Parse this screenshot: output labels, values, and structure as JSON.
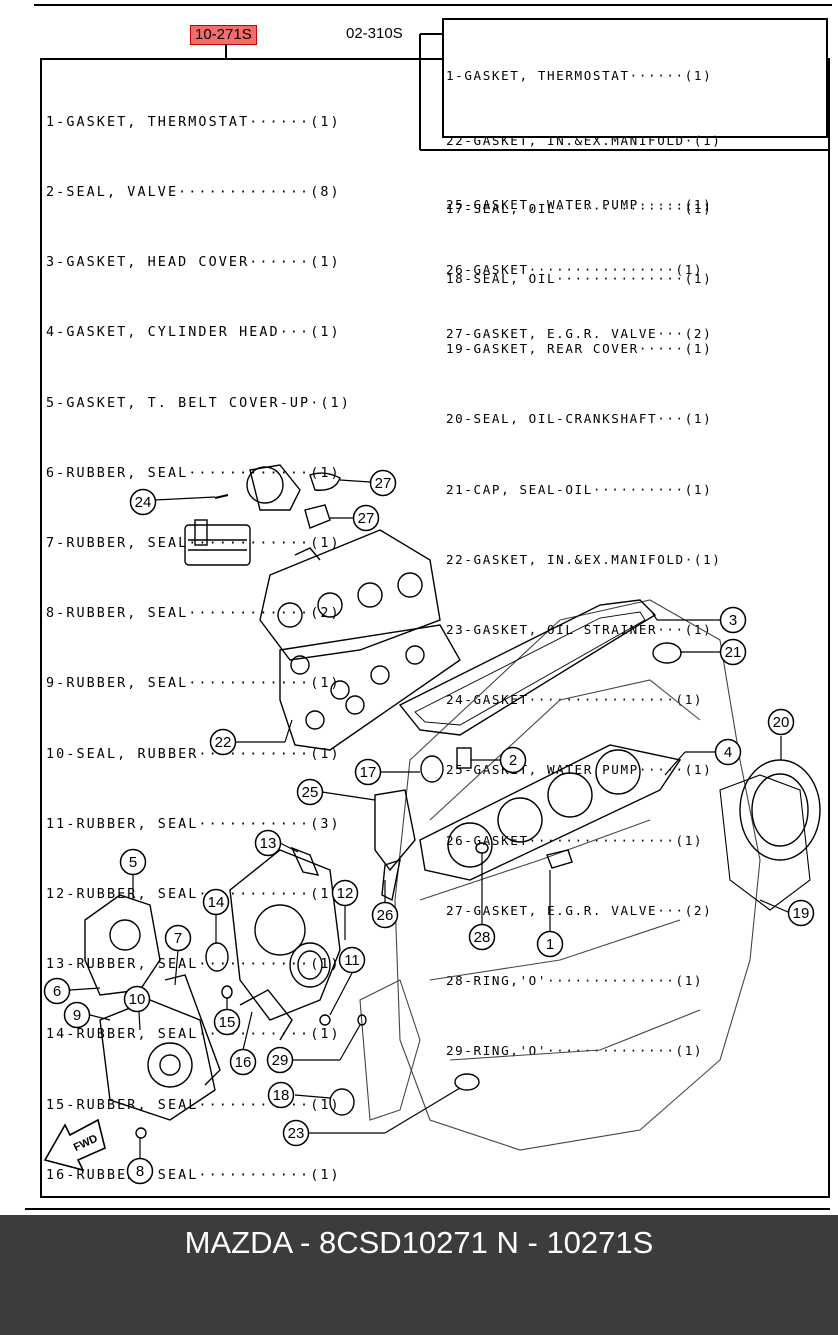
{
  "header": {
    "kit_code": "10-271S",
    "ref_code": "02-310S"
  },
  "left_list": [
    "1-GASKET, THERMOSTAT······(1)",
    "2-SEAL, VALVE·············(8)",
    "3-GASKET, HEAD COVER······(1)",
    "4-GASKET, CYLINDER HEAD···(1)",
    "5-GASKET, T. BELT COVER-UP·(1)",
    "6-RUBBER, SEAL············(1)",
    "7-RUBBER, SEAL············(1)",
    "8-RUBBER, SEAL············(2)",
    "9-RUBBER, SEAL············(1)",
    "10-SEAL, RUBBER···········(1)",
    "11-RUBBER, SEAL···········(3)",
    "12-RUBBER, SEAL···········(1)",
    "13-RUBBER, SEAL···········(1)",
    "14-RUBBER, SEAL···········(1)",
    "15-RUBBER, SEAL···········(1)",
    "16-RUBBER, SEAL···········(1)"
  ],
  "ref_list": [
    "1-GASKET, THERMOSTAT······(1)",
    "22-GASKET, IN.&EX.MANIFOLD·(1)",
    "25-GASKET, WATER PUMP·····(1)",
    "26-GASKET················(1)",
    "27-GASKET, E.G.R. VALVE···(2)"
  ],
  "right_list": [
    "17-SEAL, OIL··············(1)",
    "18-SEAL, OIL··············(1)",
    "19-GASKET, REAR COVER·····(1)",
    "20-SEAL, OIL-CRANKSHAFT···(1)",
    "21-CAP, SEAL-OIL··········(1)",
    "22-GASKET, IN.&EX.MANIFOLD·(1)",
    "23-GASKET, OIL STRAINER···(1)",
    "24-GASKET················(1)",
    "25-GASKET, WATER PUMP·····(1)",
    "26-GASKET················(1)",
    "27-GASKET, E.G.R. VALVE···(2)",
    "28-RING,'O'··············(1)",
    "29-RING,'O'··············(1)"
  ],
  "callouts": [
    "24",
    "27",
    "27",
    "3",
    "21",
    "22",
    "20",
    "2",
    "4",
    "17",
    "25",
    "13",
    "5",
    "12",
    "14",
    "7",
    "26",
    "28",
    "1",
    "19",
    "11",
    "6",
    "10",
    "9",
    "15",
    "16",
    "29",
    "18",
    "23",
    "8"
  ],
  "fwd_label": "FWD",
  "footer": "MAZDA - 8CSD10271   N - 10271S"
}
